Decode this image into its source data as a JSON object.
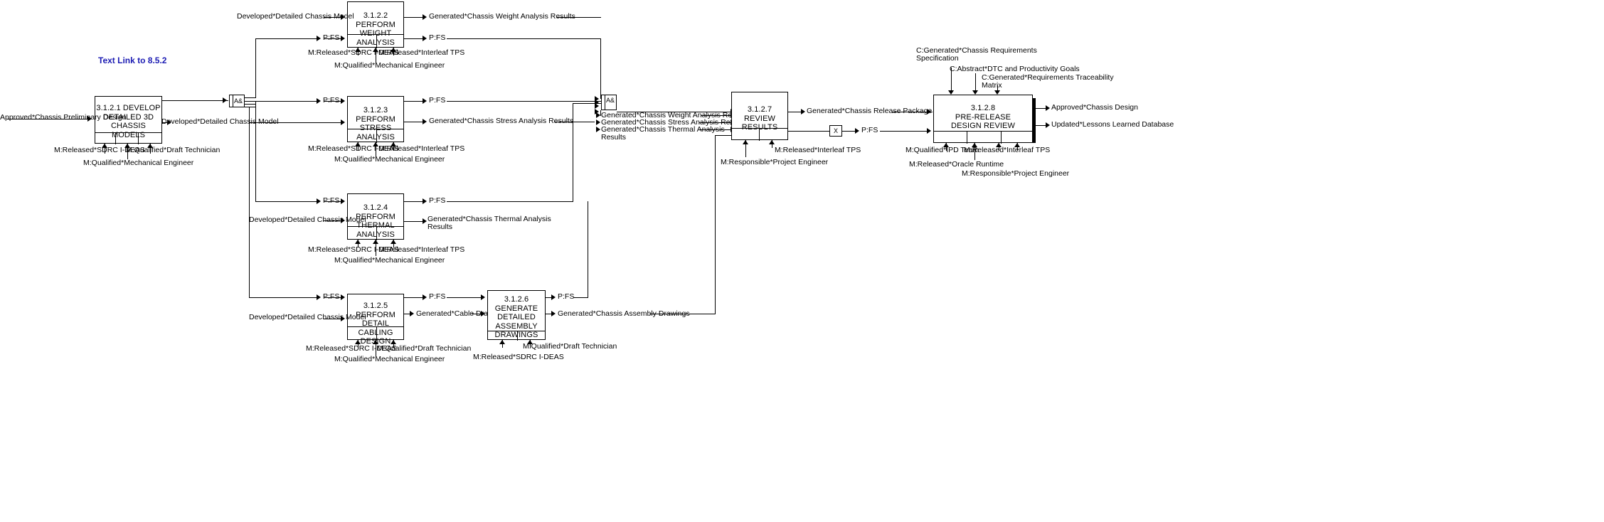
{
  "diagram": {
    "type": "idef0-activity-diagram",
    "text_link": "Text Link to 8.5.2",
    "junction_and_label": "A&",
    "junction_x_label": "X"
  },
  "activities": [
    {
      "id": "a1",
      "number": "3.1.2.1",
      "name": "DEVELOP DETAILED 3D CHASSIS MODELS",
      "title_lines": [
        "3.1.2.1 DEVELOP",
        "DETAILED 3D",
        "CHASSIS MODELS"
      ]
    },
    {
      "id": "a2",
      "number": "3.1.2.2",
      "name": "PERFORM WEIGHT ANALYSIS",
      "title_lines": [
        "3.1.2.2  PERFORM",
        "WEIGHT ANALYSIS"
      ]
    },
    {
      "id": "a3",
      "number": "3.1.2.3",
      "name": "PERFORM STRESS ANALYSIS",
      "title_lines": [
        "3.1.2.3  PERFORM",
        "STRESS ANALYSIS"
      ]
    },
    {
      "id": "a4",
      "number": "3.1.2.4",
      "name": "PERFORM THERMAL ANALYSIS",
      "title_lines": [
        "3.1.2.4  PERFORM",
        "THERMAL ANALYSIS"
      ]
    },
    {
      "id": "a5",
      "number": "3.1.2.5",
      "name": "PERFORM DETAIL CABLING DESIGN",
      "title_lines": [
        "3.1.2.5  PERFORM",
        "DETAIL CABLING",
        "DESIGN"
      ]
    },
    {
      "id": "a6",
      "number": "3.1.2.6",
      "name": "GENERATE DETAILED ASSEMBLY DRAWINGS",
      "title_lines": [
        "3.1.2.6  GENERATE",
        "DETAILED",
        "ASSEMBLY",
        "DRAWINGS"
      ]
    },
    {
      "id": "a7",
      "number": "3.1.2.7",
      "name": "REVIEW RESULTS",
      "title_lines": [
        "3.1.2.7  REVIEW",
        "RESULTS"
      ]
    },
    {
      "id": "a8",
      "number": "3.1.2.8",
      "name": "PRE-RELEASE DESIGN REVIEW",
      "title_lines": [
        "3.1.2.8",
        "PRE-RELEASE",
        "DESIGN REVIEW"
      ]
    }
  ],
  "labels": {
    "approved_chassis_preliminary_design": "Approved*Chassis Preliminary Design",
    "developed_detailed_chassis_model": "Developed*Detailed Chassis Model",
    "pfs": "P:FS",
    "m_released_sdrc_ideas": "M:Released*SDRC I-DEAS",
    "m_qualified_draft_technician": "M:Qualified*Draft Technician",
    "m_qualified_mechanical_engineer": "M:Qualified*Mechanical Engineer",
    "m_released_interleaf_tps": "M:Released*Interleaf TPS",
    "m_released_oracle_runtime": "M:Released*Oracle Runtime",
    "m_qualified_ipd_team": "M:Qualified*IPD Team",
    "m_responsible_project_engineer": "M:Responsible*Project Engineer",
    "generated_chassis_weight_analysis_results": "Generated*Chassis Weight Analysis Results",
    "generated_chassis_stress_analysis_results": "Generated*Chassis Stress Analysis Results",
    "generated_chassis_thermal_analysis_results": "Generated*Chassis Thermal Analysis Results",
    "generated_chassis_thermal_analysis_results_l1": "Generated*Chassis Thermal Analysis",
    "generated_chassis_thermal_analysis_results_l2": "Results",
    "generated_chassis_thermal_analysis_stack_l1": "Generated*Chassis Thermal Analysis",
    "generated_chassis_thermal_analysis_stack_l2": "Results",
    "generated_cable_drawing": "Generated*Cable Drawing",
    "generated_chassis_assembly_drawings": "Generated*Chassis Assembly Drawings",
    "generated_chassis_release_package": "Generated*Chassis Release Package",
    "c_generated_chassis_requirements_specification_l1": "C:Generated*Chassis Requirements",
    "c_generated_chassis_requirements_specification_l2": "Specification",
    "c_abstract_dtc_and_productivity_goals": "C:Abstract*DTC and Productivity Goals",
    "c_generated_requirements_traceability_matrix_l1": "C:Generated*Requirements Traceability",
    "c_generated_requirements_traceability_matrix_l2": "Matrix",
    "approved_chassis_design": "Approved*Chassis Design",
    "updated_lessons_learned_database": "Updated*Lessons Learned Database"
  },
  "colors": {
    "line": "#000000",
    "background": "#ffffff",
    "text_link": "#1b1bb3"
  }
}
